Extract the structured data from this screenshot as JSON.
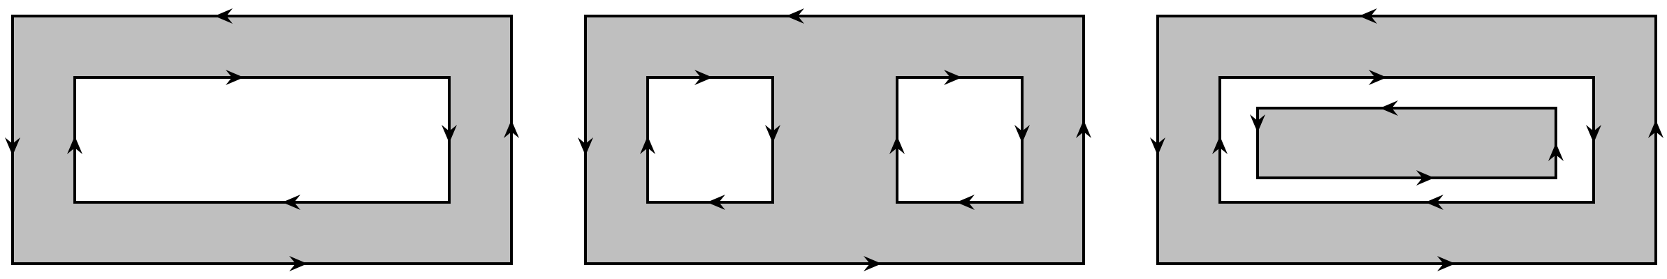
{
  "colors": {
    "region_fill": "#bfbfbf",
    "hole_fill": "#ffffff",
    "stroke": "#000000",
    "background": "#ffffff"
  },
  "panels": [
    {
      "id": "panel-1",
      "outer_orientation": "counterclockwise",
      "holes": [
        {
          "orientation": "clockwise",
          "filled": false
        }
      ]
    },
    {
      "id": "panel-2",
      "outer_orientation": "counterclockwise",
      "holes": [
        {
          "orientation": "clockwise",
          "filled": false
        },
        {
          "orientation": "clockwise",
          "filled": false
        }
      ]
    },
    {
      "id": "panel-3",
      "outer_orientation": "counterclockwise",
      "holes": [
        {
          "orientation": "clockwise",
          "filled": false
        }
      ],
      "islands": [
        {
          "orientation": "counterclockwise",
          "filled": true
        }
      ]
    }
  ]
}
